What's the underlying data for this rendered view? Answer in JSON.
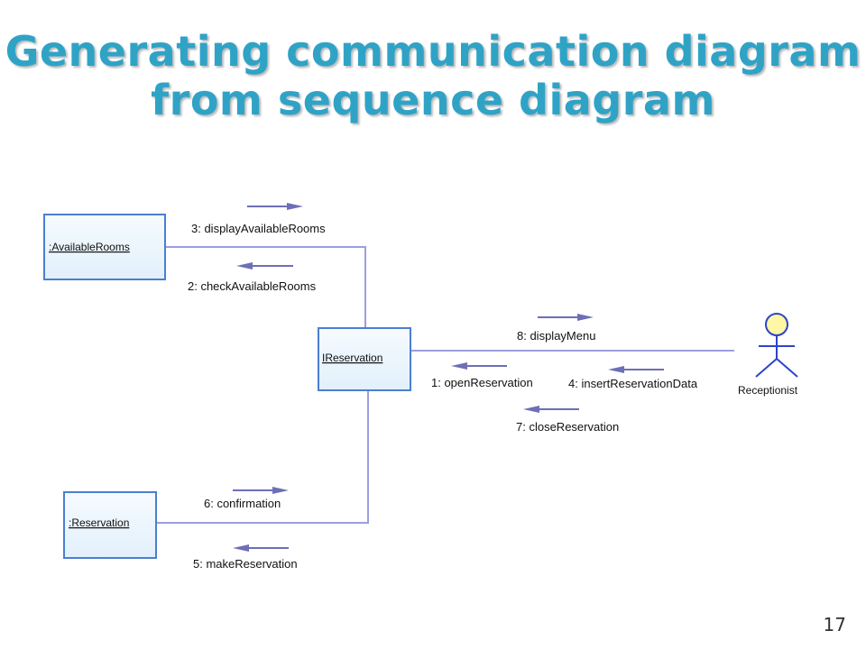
{
  "title": {
    "line1": "Generating communication diagram",
    "line2": "from sequence diagram"
  },
  "colors": {
    "title": "#2fa3c6",
    "box_fill": "#eaf5fd",
    "box_border": "#4a7fd0",
    "link": "#9b9ee0",
    "arrow": "#6d6fb6",
    "actor_head": "#fff6a6",
    "actor_stroke": "#2d44c7"
  },
  "objects": {
    "available_rooms": ":AvailableRooms",
    "ireservation": "IReservation",
    "reservation": ":Reservation"
  },
  "actor": {
    "name": "Receptionist"
  },
  "messages": {
    "m1": "1: openReservation",
    "m2": "2: checkAvailableRooms",
    "m3": "3: displayAvailableRooms",
    "m4": "4: insertReservationData",
    "m5": "5: makeReservation",
    "m6": "6: confirmation",
    "m7": "7: closeReservation",
    "m8": "8: displayMenu"
  },
  "page_number": "17"
}
